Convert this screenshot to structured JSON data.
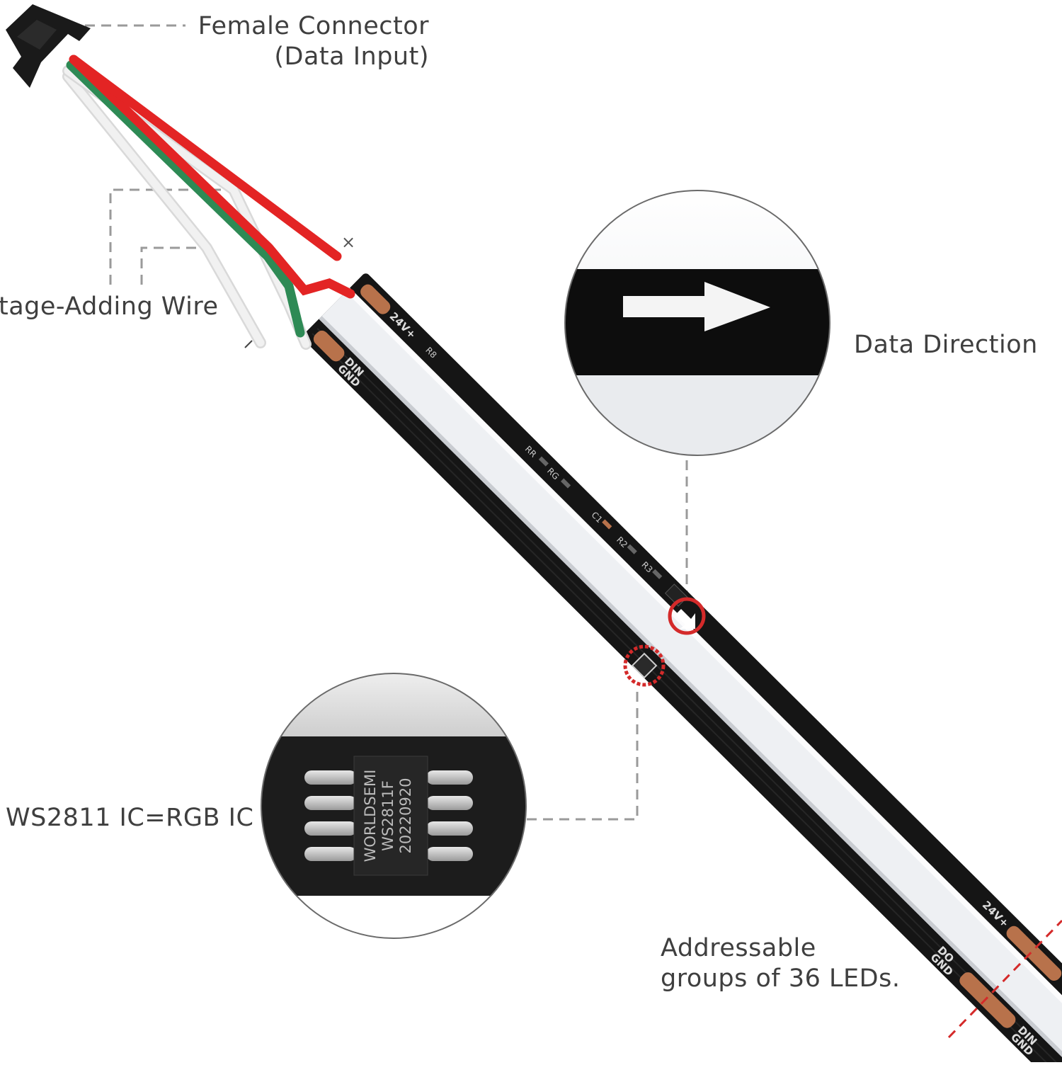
{
  "labels": {
    "connector": "Female Connector",
    "connector_sub": "(Data Input)",
    "wire": "tage-Adding Wire",
    "direction": "Data Direction",
    "ic": "WS2811 IC=RGB IC",
    "groups_line1": "Addressable",
    "groups_line2": "groups of 36 LEDs."
  },
  "pcb_text": {
    "v24": "24V+",
    "din": "DIN",
    "gnd": "GND",
    "r8": "R8",
    "rr": "RR",
    "rg": "RG",
    "c1": "C1",
    "r2": "R2",
    "r3": "R3",
    "do": "DO"
  },
  "ic_marking": {
    "line1": "WORLDSEMI",
    "line2": "WS2811F",
    "line3": "20220920"
  },
  "wire_end_marker": "×",
  "colors": {
    "strip": "#151515",
    "diffuser": "#eef0f3",
    "wire_red": "#e32424",
    "wire_green": "#2e8a55",
    "wire_white": "#e9e9e9",
    "pad_copper": "#b8724b",
    "callout_red": "#d42a2a",
    "leader": "#9a9a9a",
    "text": "#3f3f3f"
  }
}
